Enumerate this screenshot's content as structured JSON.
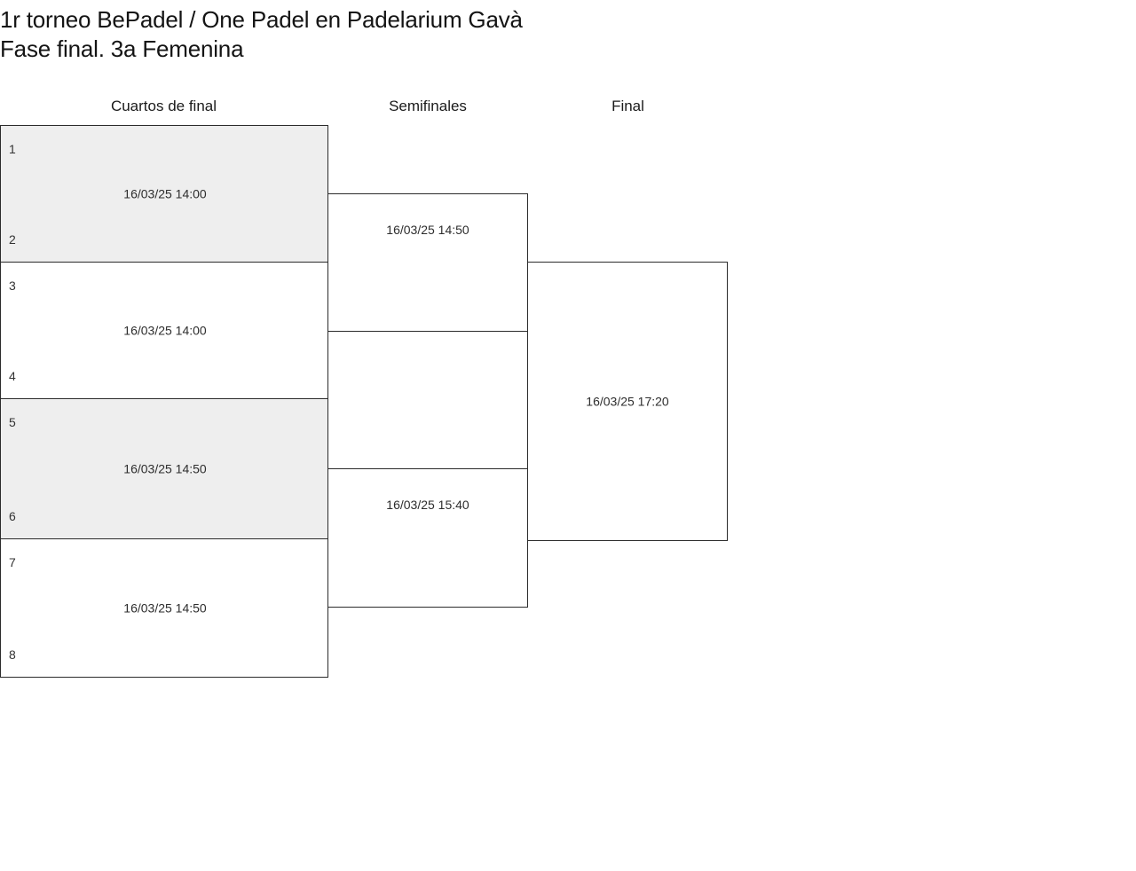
{
  "title": {
    "line1": "1r torneo BePadel / One Padel en Padelarium Gavà",
    "line2": "Fase final. 3a Femenina"
  },
  "rounds": {
    "quarterfinals_label": "Cuartos de final",
    "semifinals_label": "Semifinales",
    "final_label": "Final"
  },
  "colors": {
    "shaded_row": "#eeeeee",
    "box_border": "#2b2b2b",
    "page_background": "#ffffff",
    "seed_text": "#333333",
    "title_text": "#141414"
  },
  "bracket": {
    "quarterfinals": [
      {
        "seed_top": "1",
        "seed_bottom": "2",
        "date": "16/03/25 14:00"
      },
      {
        "seed_top": "3",
        "seed_bottom": "4",
        "date": "16/03/25 14:00"
      },
      {
        "seed_top": "5",
        "seed_bottom": "6",
        "date": "16/03/25 14:50"
      },
      {
        "seed_top": "7",
        "seed_bottom": "8",
        "date": "16/03/25 14:50"
      }
    ],
    "semifinals": [
      {
        "date": "16/03/25 14:50"
      },
      {
        "date": "16/03/25 15:40"
      }
    ],
    "final": {
      "date": "16/03/25 17:20"
    }
  }
}
